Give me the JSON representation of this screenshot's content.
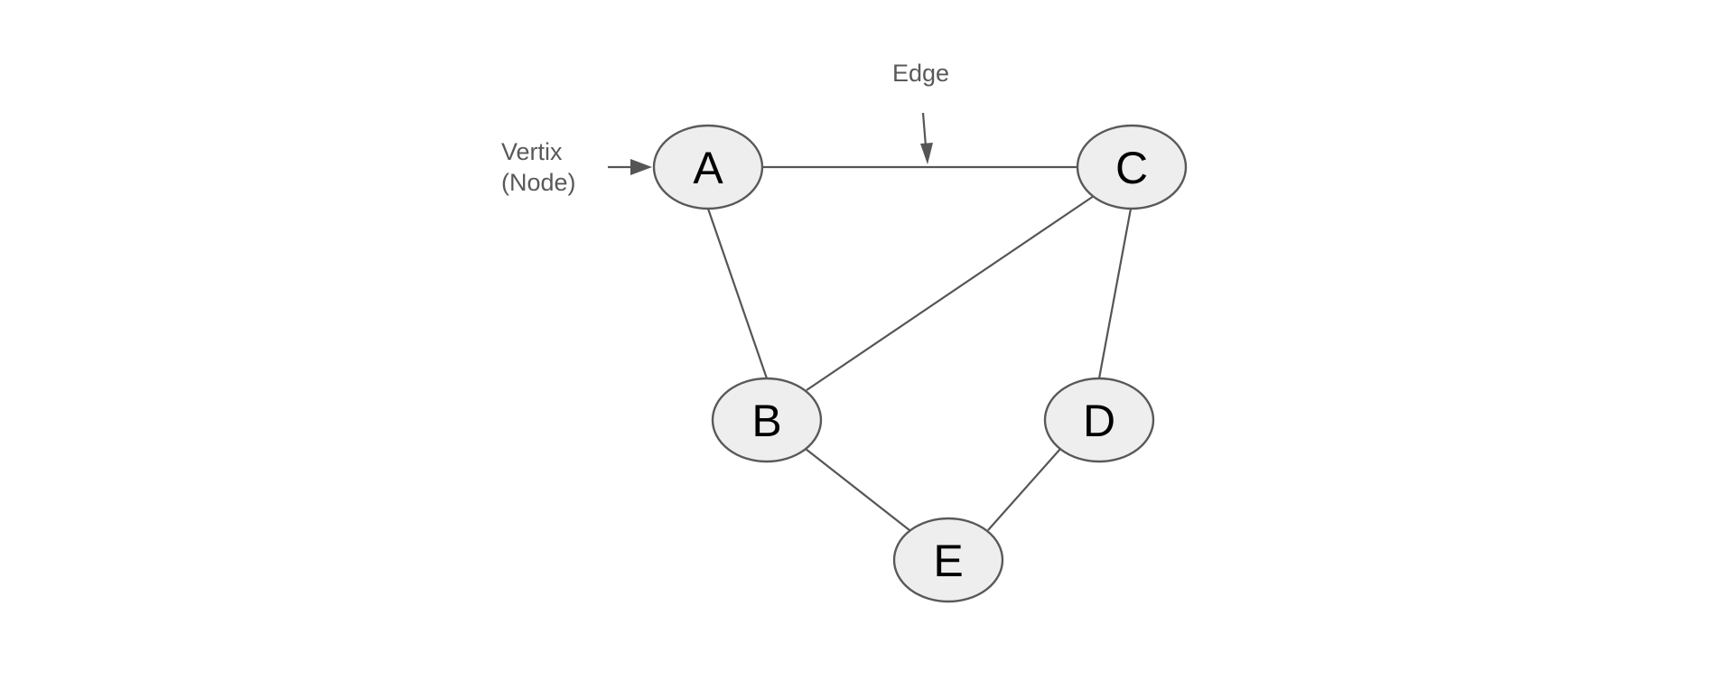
{
  "diagram": {
    "nodes": [
      {
        "id": "A",
        "label": "A"
      },
      {
        "id": "B",
        "label": "B"
      },
      {
        "id": "C",
        "label": "C"
      },
      {
        "id": "D",
        "label": "D"
      },
      {
        "id": "E",
        "label": "E"
      }
    ],
    "edges": [
      {
        "from": "A",
        "to": "C"
      },
      {
        "from": "A",
        "to": "B"
      },
      {
        "from": "C",
        "to": "B"
      },
      {
        "from": "C",
        "to": "D"
      },
      {
        "from": "B",
        "to": "E"
      },
      {
        "from": "D",
        "to": "E"
      }
    ],
    "annotations": {
      "vertix_line1": "Vertix",
      "vertix_line2": "(Node)",
      "edge": "Edge"
    },
    "colors": {
      "node_fill": "#eeeeee",
      "stroke": "#555555",
      "annotation_text": "#595959"
    }
  }
}
